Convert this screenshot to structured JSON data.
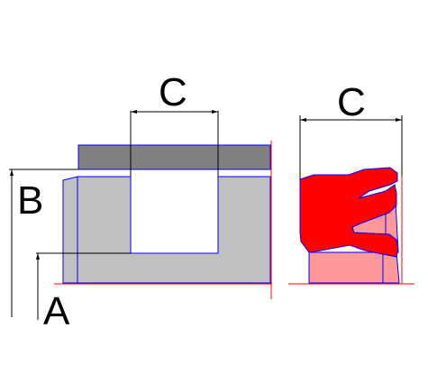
{
  "labels": {
    "left_c": "C",
    "right_c": "C",
    "b": "B",
    "a": "A"
  },
  "colors": {
    "background": "#ffffff",
    "housing_gray": "#c0c0c0",
    "piston_dark_gray": "#808080",
    "seal_red": "#ff0000",
    "seal_pink": "#ff9999",
    "outline_blue": "#0000ff",
    "axis_red": "#ff0000",
    "dimension_line": "#000000"
  }
}
